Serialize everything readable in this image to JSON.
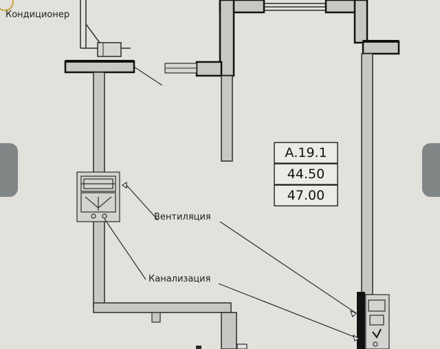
{
  "labels": {
    "conditioner": "Кондиционер",
    "ventilation": "Вентиляция",
    "sewerage": "Канализация"
  },
  "apartment": {
    "code": "А.19.1",
    "living_area": "44.50",
    "total_area": "47.00"
  },
  "colors": {
    "paper": "#e2e1dc",
    "wall_fill": "#c7c7c3",
    "wall_line": "#2a2a2a",
    "wall_dark": "#111111",
    "accent_ring": "#c9a63a"
  },
  "icons": {
    "top_left": "logo-ring-icon",
    "nav_prev": "gallery-prev-tab",
    "nav_next": "gallery-next-tab"
  }
}
